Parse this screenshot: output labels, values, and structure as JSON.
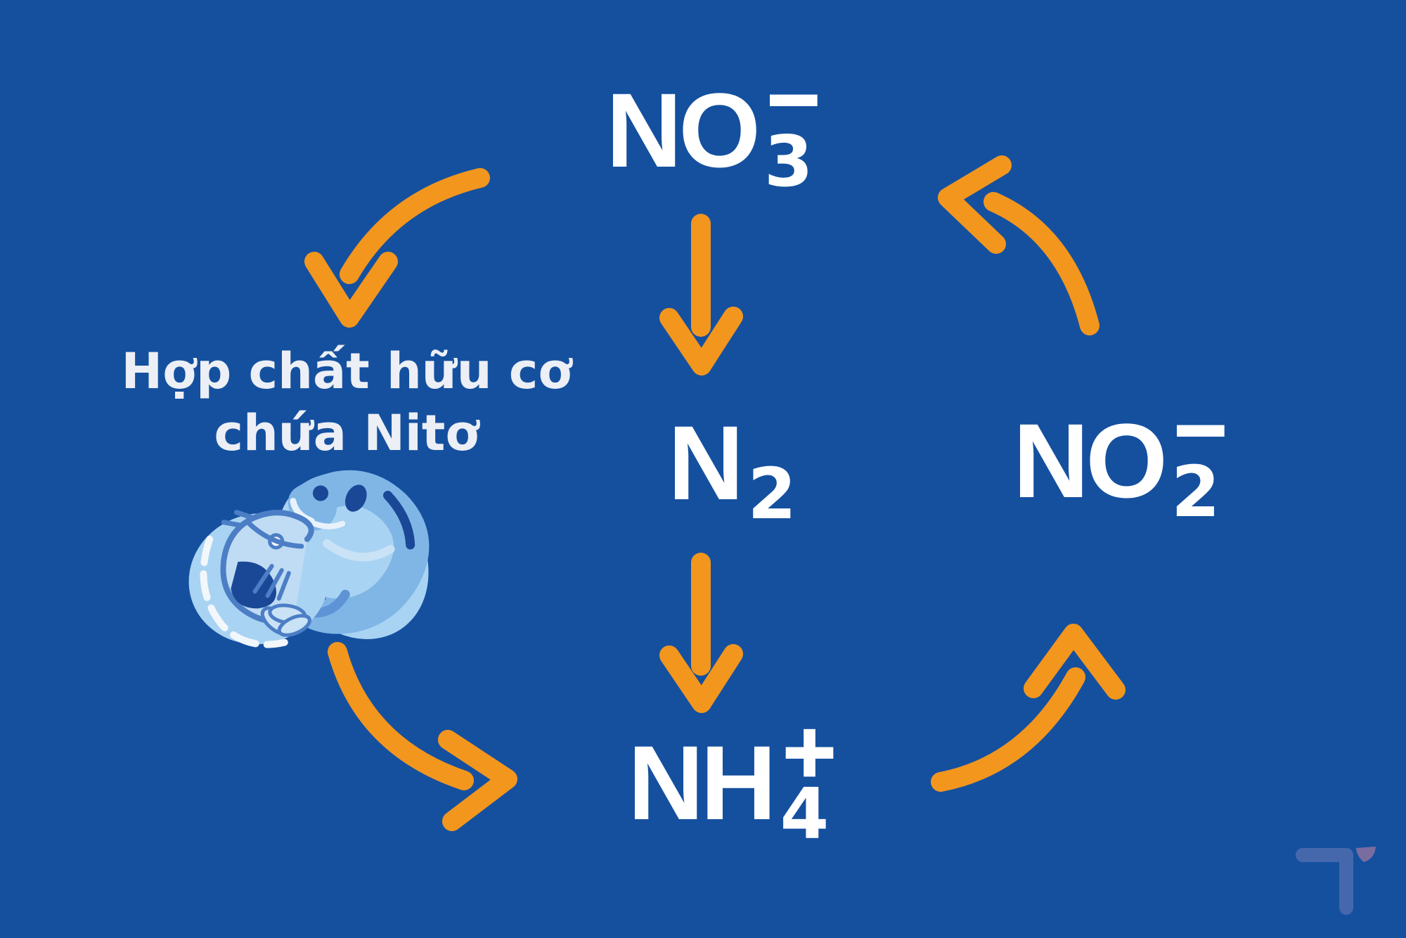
{
  "colors": {
    "background": "#15509F",
    "arrow_orange": "#F3961E",
    "formula_white": "#FFFFFF",
    "label_offwhite": "#ECEFF5",
    "illustration_light_blue": "#A9D3F2",
    "illustration_mid_blue": "#7FB6E6",
    "illustration_stroke_blue": "#4C7EC6",
    "illustration_navy": "#1A4897",
    "watermark_blue": "#4E6CAE",
    "watermark_mauve": "#84709F"
  },
  "nodes": {
    "nitrate": {
      "main": "NO",
      "index": "3",
      "charge": "−"
    },
    "nitrogen_gas": {
      "main": "N",
      "index": "2"
    },
    "nitrite": {
      "main": "NO",
      "index": "2",
      "charge": "−"
    },
    "ammonium": {
      "main": "NH",
      "index": "4",
      "charge": "+"
    },
    "organic_matter": {
      "line1": "Hợp chất hữu cơ",
      "line2": "chứa Nitơ"
    }
  },
  "arrows": [
    {
      "name": "nitrate-to-organic",
      "shape": "curved, arrowhead pointing down-left"
    },
    {
      "name": "nitrate-to-nitrogen-gas",
      "shape": "straight, arrowhead pointing down"
    },
    {
      "name": "nitrogen-gas-to-ammonium",
      "shape": "straight, arrowhead pointing down"
    },
    {
      "name": "organic-to-ammonium",
      "shape": "curved, arrowhead pointing right"
    },
    {
      "name": "ammonium-to-nitrite",
      "shape": "curved, arrowhead pointing up"
    },
    {
      "name": "nitrite-to-nitrate",
      "shape": "curved, arrowhead pointing up-left"
    }
  ],
  "icons": {
    "illustration": "fish-and-shrimp",
    "watermark": "brand-logo-t"
  }
}
